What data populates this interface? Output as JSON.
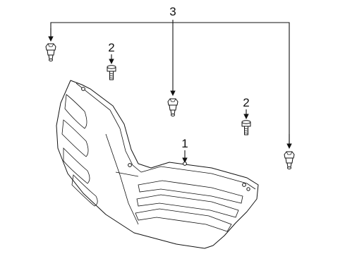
{
  "callouts": [
    {
      "id": "grille",
      "number": "1"
    },
    {
      "id": "bolt-left",
      "number": "2"
    },
    {
      "id": "bolt-right",
      "number": "2"
    },
    {
      "id": "clips",
      "number": "3"
    }
  ],
  "colors": {
    "ink": "#111111",
    "background": "#ffffff"
  }
}
